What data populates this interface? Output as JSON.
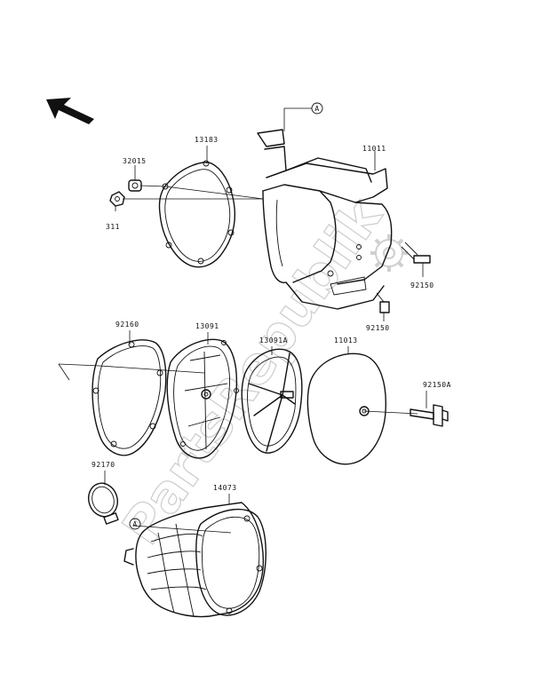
{
  "watermark": "PartsRepublik",
  "reference_marker": "A",
  "part_numbers": {
    "p13183": "13183",
    "p32015": "32015",
    "p311": "311",
    "p11011": "11011",
    "p92150_upper": "92150",
    "p92150_lower": "92150",
    "p92160": "92160",
    "p13091": "13091",
    "p13091A": "13091A",
    "p11013": "11013",
    "p92150A": "92150A",
    "p92170": "92170",
    "p14073": "14073"
  },
  "icons": {
    "direction": "front-direction-arrow-icon",
    "gear": "gear-icon"
  },
  "colors": {
    "line": "#111111",
    "watermark": "#cfcfcf",
    "background": "#ffffff"
  }
}
